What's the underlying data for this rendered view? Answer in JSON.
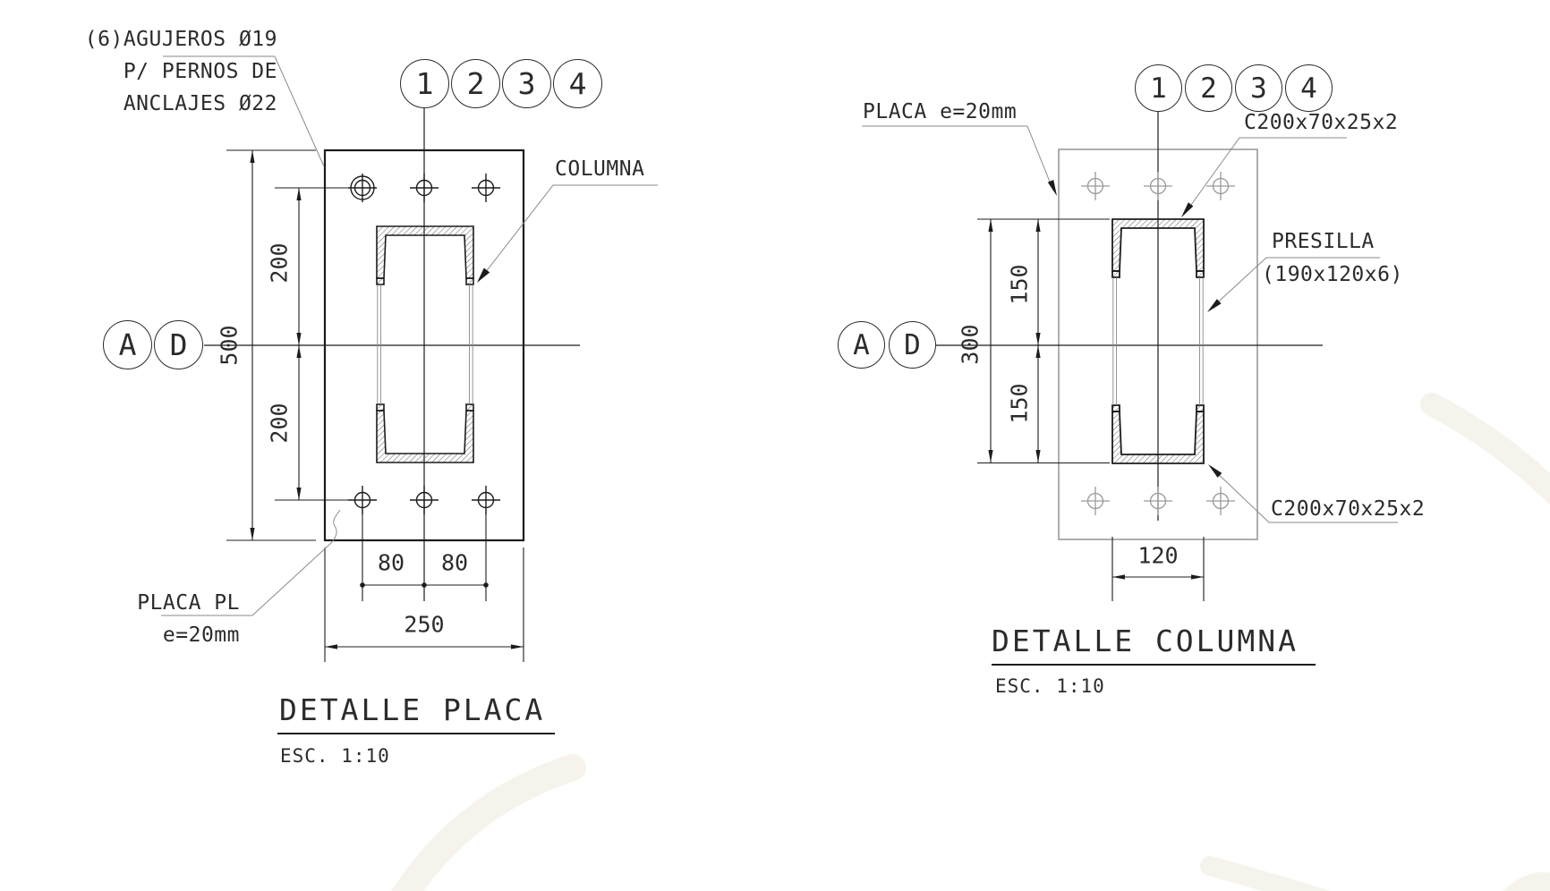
{
  "left": {
    "title": "DETALLE PLACA",
    "scale": "ESC. 1:10",
    "grid_bubbles": [
      "1",
      "2",
      "3",
      "4"
    ],
    "axis_bubbles": [
      "A",
      "D"
    ],
    "note_holes": [
      "(6)AGUJEROS Ø19",
      "P/ PERNOS DE",
      "ANCLAJES Ø22"
    ],
    "label_columna": "COLUMNA",
    "label_placa": [
      "PLACA PL",
      "e=20mm"
    ],
    "dim_total_height": "500",
    "dim_top": "200",
    "dim_bottom": "200",
    "dim_bolt_left": "80",
    "dim_bolt_right": "80",
    "dim_width": "250"
  },
  "right": {
    "title": "DETALLE COLUMNA",
    "scale": "ESC. 1:10",
    "grid_bubbles": [
      "1",
      "2",
      "3",
      "4"
    ],
    "axis_bubbles": [
      "A",
      "D"
    ],
    "label_placa": "PLACA e=20mm",
    "label_channel_top": "C200x70x25x2",
    "label_channel_bottom": "C200x70x25x2",
    "label_presilla": [
      "PRESILLA",
      "(190x120x6)"
    ],
    "dim_total_height": "300",
    "dim_top": "150",
    "dim_bottom": "150",
    "dim_width": "120"
  },
  "colors": {
    "line": "#1c1c1c",
    "gray": "#9a9a9a",
    "leader": "#8a8a8a",
    "watermark": "#f6f3ec",
    "background": "#ffffff"
  }
}
